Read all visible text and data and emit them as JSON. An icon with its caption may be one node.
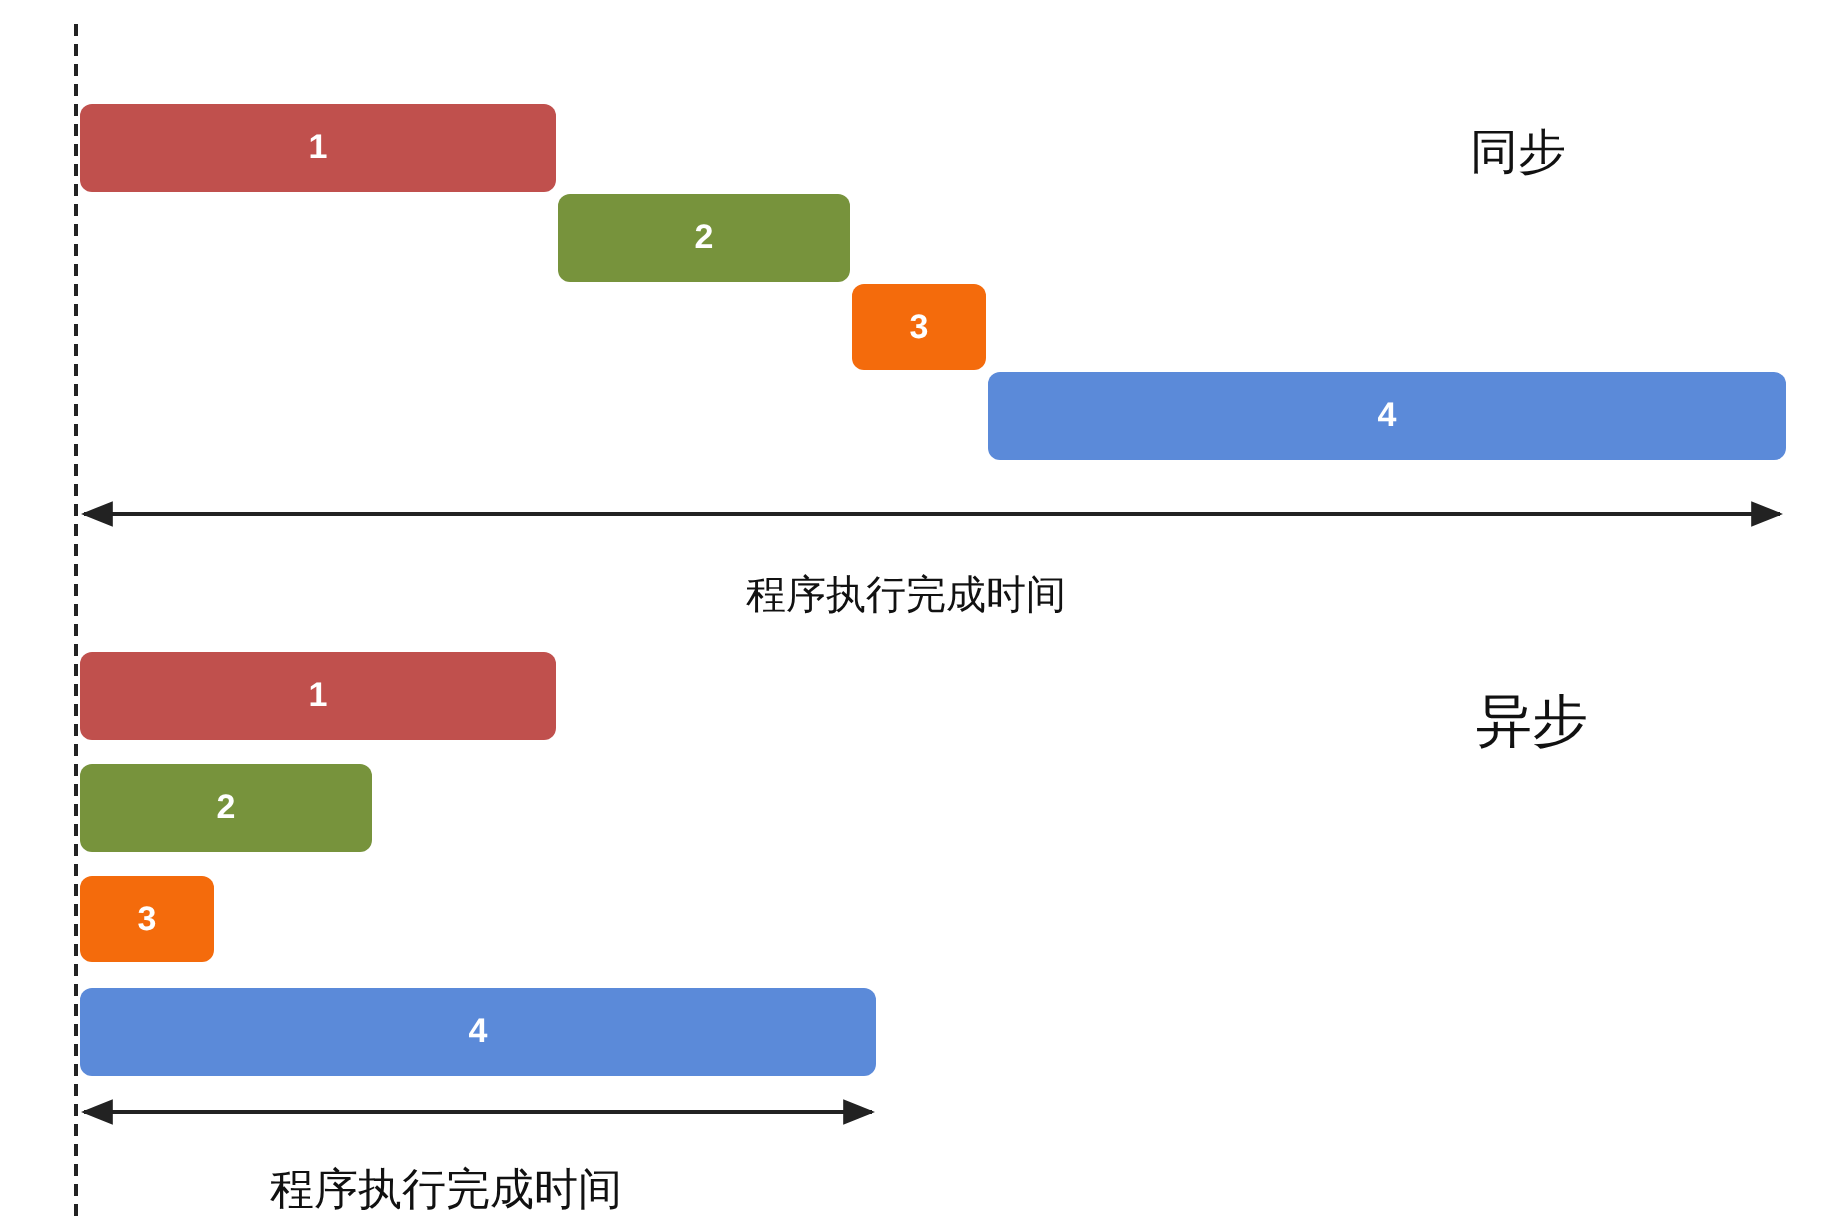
{
  "diagram": {
    "nodes": [
      {
        "text": [
          "1"
        ]
      },
      {
        "text": [
          "2"
        ]
      },
      {
        "text": [
          "3"
        ]
      },
      {
        "text": [
          "4"
        ]
      },
      {
        "text": [
          "1"
        ]
      },
      {
        "text": [
          "2"
        ]
      },
      {
        "text": [
          "3"
        ]
      },
      {
        "text": [
          "4"
        ]
      }
    ],
    "labels": [
      "同步",
      "程序执行完成时间",
      "异步",
      "程序执行完成时间"
    ]
  }
}
